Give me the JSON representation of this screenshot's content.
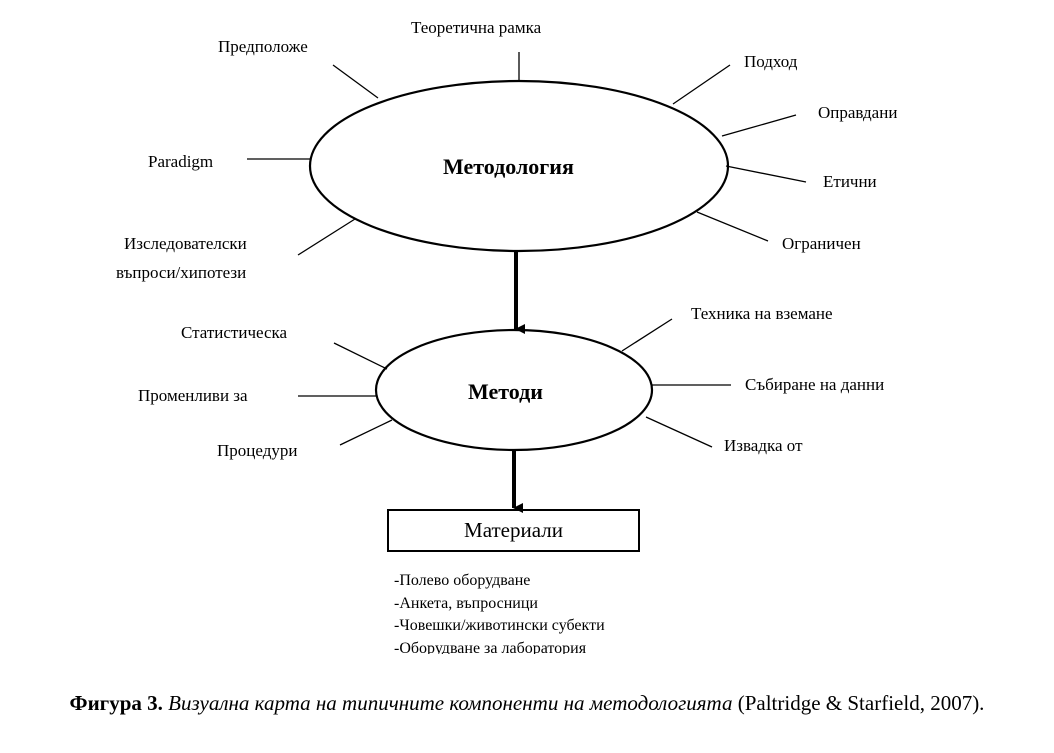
{
  "diagram": {
    "methodology": {
      "title": "Методология",
      "labels": {
        "theoretical_framework": "Теоретична рамка",
        "assumptions": "Предположе",
        "approach": "Подход",
        "justified": "Оправдани",
        "paradigm": "Paradigm",
        "ethical": "Етични",
        "research_questions_line1": "Изследователски",
        "research_questions_line2": "въпроси/хипотези",
        "limited": "Ограничен"
      }
    },
    "methods": {
      "title": "Методи",
      "labels": {
        "statistical": "Статистическа",
        "sampling_technique": "Техника на вземане",
        "variables": "Променливи за",
        "data_collection": "Събиране на данни",
        "procedures": "Процедури",
        "sample": "Извадка от"
      }
    },
    "materials": {
      "title": "Материали",
      "items": [
        "-Полево оборудване",
        "-Анкета, въпросници",
        "-Човешки/животински субекти",
        "-Оборудване за лаборатория"
      ]
    }
  },
  "caption": {
    "figure_label": "Фигура 3.",
    "title": "Визуална карта на типичните компоненти на методологията",
    "citation": "(Paltridge & Starfield, 2007)."
  }
}
